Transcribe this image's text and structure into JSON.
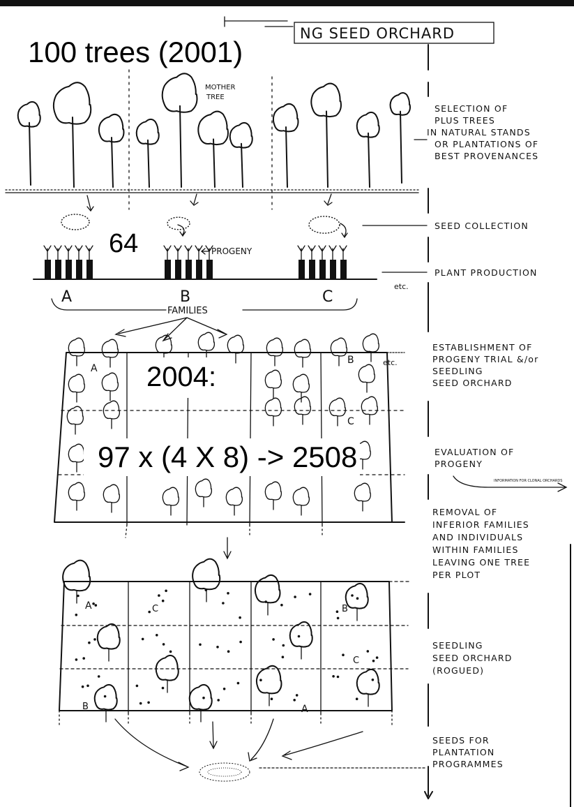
{
  "header": {
    "title": "NG  SEED ORCHARD"
  },
  "overlays": {
    "trees_2001": "100  trees (2001)",
    "count_64": "64",
    "year_2004": "2004:",
    "formula": "97 x (4 X 8) -> 2508"
  },
  "diagram": {
    "mother_tree": "MOTHER\nTREE",
    "progeny": "PROGENY",
    "family_a": "A",
    "family_b": "B",
    "family_c": "C",
    "etc": "etc.",
    "families": "FAMILIES",
    "note_clonal": "INFORMATION FOR CLONAL ORCHARDS"
  },
  "steps": [
    {
      "lines": [
        "SELECTION OF",
        "PLUS TREES",
        "IN NATURAL STANDS",
        "OR PLANTATIONS OF",
        "BEST PROVENANCES"
      ]
    },
    {
      "lines": [
        "SEED COLLECTION"
      ]
    },
    {
      "lines": [
        "PLANT PRODUCTION"
      ]
    },
    {
      "lines": [
        "ESTABLISHMENT OF",
        "PROGENY TRIAL &/or",
        "SEEDLING",
        "SEED ORCHARD"
      ]
    },
    {
      "lines": [
        "EVALUATION OF",
        "PROGENY"
      ]
    },
    {
      "lines": [
        "REMOVAL OF",
        "INFERIOR FAMILIES",
        "AND INDIVIDUALS",
        "WITHIN FAMILIES",
        "LEAVING ONE TREE",
        "PER PLOT"
      ]
    },
    {
      "lines": [
        "SEEDLING",
        "SEED ORCHARD",
        "(ROGUED)"
      ]
    },
    {
      "lines": [
        "SEEDS FOR",
        "PLANTATION",
        "PROGRAMMES"
      ]
    }
  ]
}
